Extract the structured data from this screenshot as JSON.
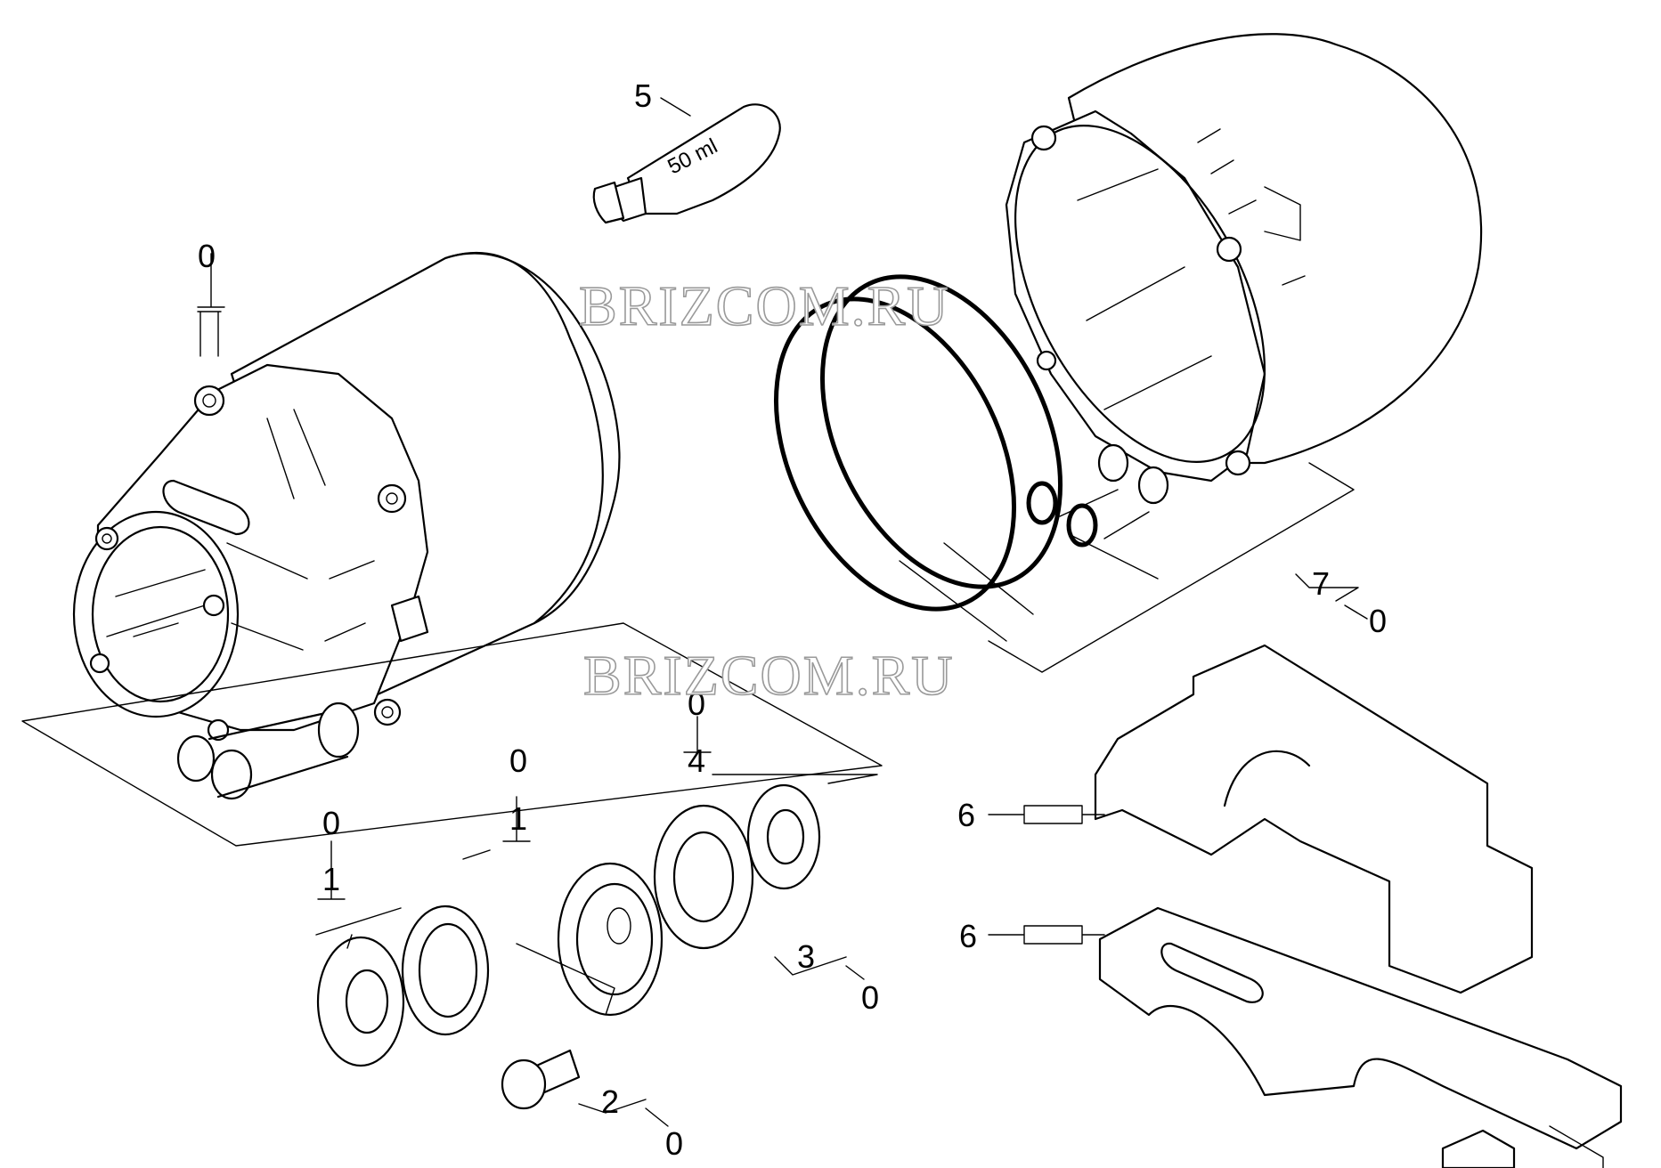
{
  "watermark": "BRIZCOM.RU",
  "tube_label": "50 ml",
  "callouts": {
    "c5": "5",
    "c0_top": "0",
    "c7": "7",
    "c0_right": "0",
    "c0_bearing_a": "0",
    "c1_a": "1",
    "c0_bearing_b": "0",
    "c1_b": "1",
    "c0_bearing_c": "0",
    "c4": "4",
    "c3": "3",
    "c0_three": "0",
    "c2": "2",
    "c0_two": "0",
    "c6_upper": "6",
    "c6_lower": "6"
  }
}
